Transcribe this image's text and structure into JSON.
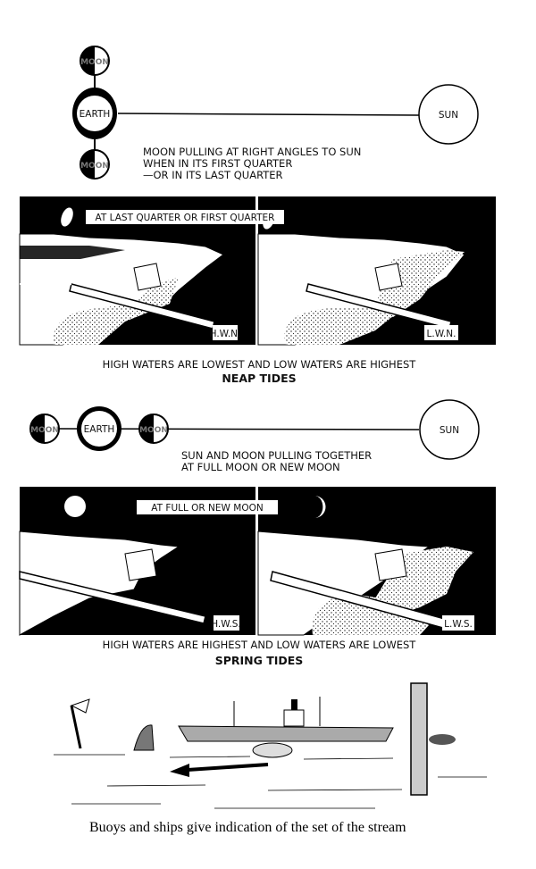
{
  "neap": {
    "moon_label": "MOON",
    "earth_label": "EARTH",
    "sun_label": "SUN",
    "caption": [
      "MOON PULLING AT RIGHT ANGLES TO SUN",
      "WHEN IN ITS FIRST QUARTER",
      "—OR IN ITS LAST QUARTER"
    ],
    "panel_banner": "AT LAST QUARTER OR FIRST QUARTER",
    "left_tag": "H.W.N.",
    "right_tag": "L.W.N.",
    "summary": "HIGH WATERS ARE LOWEST AND LOW WATERS ARE HIGHEST",
    "title": "NEAP TIDES"
  },
  "spring": {
    "moon_label": "MOON",
    "earth_label": "EARTH",
    "sun_label": "SUN",
    "caption": [
      "SUN AND MOON PULLING TOGETHER",
      "AT FULL MOON OR NEW MOON"
    ],
    "panel_banner": "AT FULL OR NEW MOON",
    "left_tag": "H.W.S.",
    "right_tag": "L.W.S.",
    "summary": "HIGH WATERS ARE HIGHEST AND LOW WATERS ARE LOWEST",
    "title": "SPRING TIDES"
  },
  "stream": {
    "caption": "Buoys and ships give indication of the set of the stream"
  }
}
